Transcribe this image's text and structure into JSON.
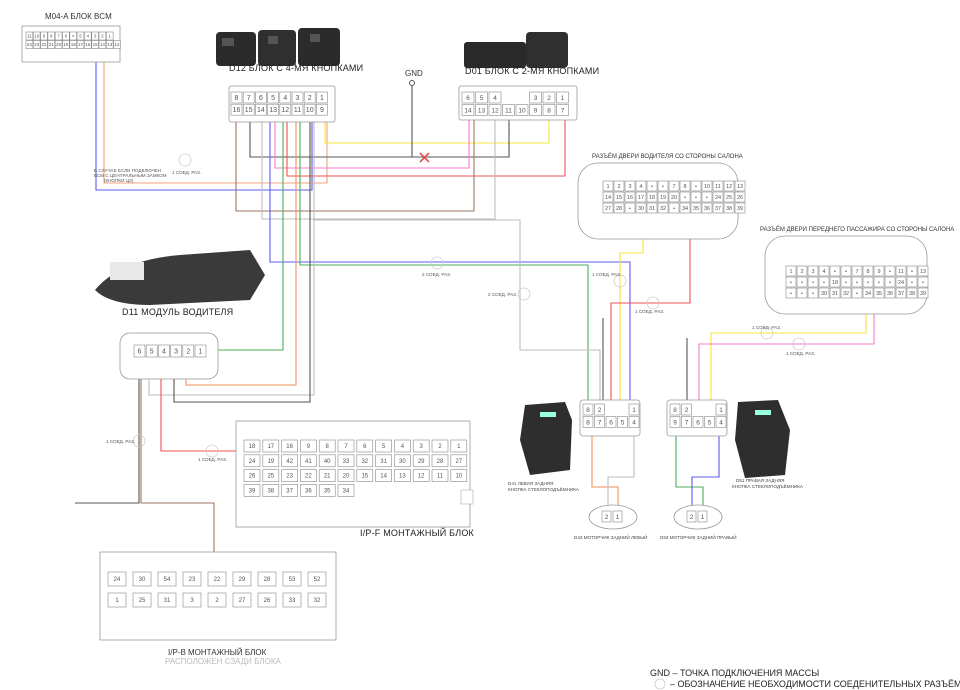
{
  "connectors": {
    "m04a": {
      "label": "M04-A  БЛОК BCM",
      "rows": [
        [
          "11",
          "10",
          "9",
          "8",
          "7",
          "6",
          "×",
          "5",
          "4",
          "3",
          "2",
          "1"
        ],
        [
          "24",
          "23",
          "22",
          "21",
          "20",
          "19",
          "18",
          "17",
          "16",
          "15",
          "14",
          "13",
          "12"
        ]
      ]
    },
    "d12": {
      "label": "D12  БЛОК С 4-МЯ КНОПКАМИ",
      "rows": [
        [
          "8",
          "7",
          "6",
          "5",
          "4",
          "3",
          "2",
          "1"
        ],
        [
          "16",
          "15",
          "14",
          "13",
          "12",
          "11",
          "10",
          "9"
        ]
      ]
    },
    "d01": {
      "label": "D01  БЛОК С 2-МЯ КНОПКАМИ",
      "rows": [
        [
          "6",
          "5",
          "4",
          "",
          "",
          "3",
          "2",
          "1"
        ],
        [
          "14",
          "13",
          "12",
          "11",
          "10",
          "9",
          "8",
          "7"
        ]
      ]
    },
    "d11": {
      "label": "D11  МОДУЛЬ ВОДИТЕЛЯ",
      "rows": [
        [
          "6",
          "5",
          "4",
          "3",
          "2",
          "1"
        ]
      ]
    },
    "driver_door": {
      "label": "РАЗЪЁМ ДВЕРИ ВОДИТЕЛЯ СО СТОРОНЫ САЛОНА",
      "rows": [
        [
          "1",
          "2",
          "3",
          "4",
          "•",
          "•",
          "7",
          "8",
          "•",
          "10",
          "11",
          "12",
          "13"
        ],
        [
          "14",
          "15",
          "16",
          "17",
          "18",
          "19",
          "20",
          "•",
          "•",
          "•",
          "24",
          "25",
          "26"
        ],
        [
          "27",
          "28",
          "•",
          "30",
          "31",
          "32",
          "•",
          "34",
          "35",
          "36",
          "37",
          "38",
          "39"
        ]
      ]
    },
    "passenger_door": {
      "label": "РАЗЪЁМ ДВЕРИ ПЕРЕДНЕГО ПАССАЖИРА СО СТОРОНЫ САЛОНА",
      "rows": [
        [
          "1",
          "2",
          "3",
          "4",
          "•",
          "•",
          "7",
          "8",
          "9",
          "•",
          "11",
          "•",
          "13"
        ],
        [
          "•",
          "•",
          "•",
          "•",
          "18",
          "•",
          "•",
          "•",
          "•",
          "•",
          "24",
          "•",
          "•"
        ],
        [
          "•",
          "•",
          "•",
          "30",
          "31",
          "32",
          "•",
          "34",
          "35",
          "36",
          "37",
          "38",
          "39"
        ]
      ]
    },
    "d41": {
      "label_1": "D41  ЛЕВАЯ ЗАДНЯЯ",
      "label_2": "КНОПКА СТЕКЛОПОДЪЁМНИКА",
      "rows": [
        [
          "8",
          "2",
          "",
          "",
          "1"
        ],
        [
          "8",
          "7",
          "6",
          "5",
          "4"
        ]
      ]
    },
    "d51": {
      "label_1": "D51  ПРАВАЯ ЗАДНЯЯ",
      "label_2": "КНОПКА СТЕКЛОПОДЪЁМНИКА",
      "rows": [
        [
          "8",
          "2",
          "",
          "",
          "1"
        ],
        [
          "9",
          "7",
          "6",
          "5",
          "4"
        ]
      ]
    },
    "d43": {
      "label": "D43  МОТОРЧИК ЗАДНИЙ ЛЕВЫЙ",
      "pins": [
        "2",
        "1"
      ]
    },
    "d53": {
      "label": "D53  МОТОРЧИК ЗАДНИЙ ПРАВЫЙ",
      "pins": [
        "2",
        "1"
      ]
    },
    "ipf": {
      "label": "I/P-F  МОНТАЖНЫЙ БЛОК",
      "pins": [
        "18",
        "17",
        "16",
        "9",
        "8",
        "7",
        "6",
        "5",
        "4",
        "3",
        "2",
        "1",
        "24",
        "19",
        "42",
        "41",
        "40",
        "33",
        "32",
        "31",
        "30",
        "29",
        "28",
        "27",
        "26",
        "25",
        "23",
        "22",
        "21",
        "20",
        "15",
        "14",
        "13",
        "12",
        "11",
        "10",
        "39",
        "38",
        "37",
        "36",
        "35",
        "34"
      ]
    },
    "ipb": {
      "label": "I/P-B  МОНТАЖНЫЙ БЛОК",
      "sublabel": "РАСПОЛОЖЕН СЗАДИ БЛОКА",
      "pins": [
        "24",
        "30",
        "54",
        "23",
        "22",
        "29",
        "28",
        "53",
        "52",
        "1",
        "25",
        "31",
        "3",
        "2",
        "27",
        "26",
        "33",
        "32"
      ]
    }
  },
  "gnd_label": "GND",
  "notes": {
    "bcm_note_1": "В СЛУЧАЕ ЕСЛИ ПОДКЛЮЧЕН",
    "bcm_note_2": "ВСМ С ЦЕНТРАЛЬНЫМ ЗАМКОМ",
    "bcm_note_3": "(КНОПКИ ЦЗ)"
  },
  "splice_labels": [
    "1 СОЕД. РАЗ.",
    "2 СОЕД. РАЗ.",
    "2 СОЕД. РАЗ.",
    "1 СОЕД. РАЗ.",
    "1 СОЕД. РАЗ.",
    "1 СОЕД. РАЗ.",
    "1 СОЕД. РАЗ.",
    "1 СОЕД. РАЗ.",
    "1 СОЕД. РАЗ."
  ],
  "legend": {
    "gnd": "GND – ТОЧКА ПОДКЛЮЧЕНИЯ МАССЫ",
    "circle": "– ОБОЗНАЧЕНИЕ НЕОБХОДИМОСТИ СОЕДЕНИТЕЛЬНЫХ РАЗЪЁМОВ"
  },
  "wire_colors": {
    "blue": "#5b5bf0",
    "salmon": "#f4a27e",
    "yellow": "#f5e43a",
    "black": "#555555",
    "pink": "#f27ec8",
    "red": "#f05050",
    "brown": "#9a7562",
    "grey": "#bdbdbd",
    "green": "#4cae5a",
    "orange": "#f2915a"
  }
}
